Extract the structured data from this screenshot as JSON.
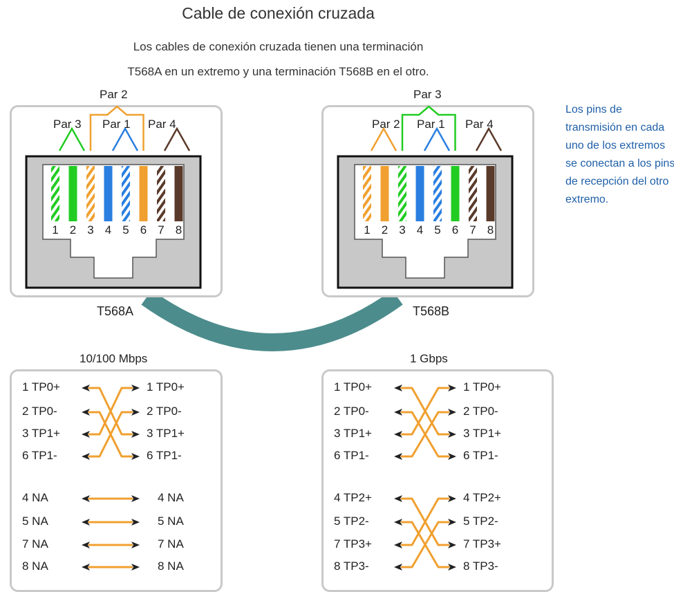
{
  "title": "Cable de conexión cruzada",
  "subtitle_line1": "Los cables de conexión cruzada tienen una terminación",
  "subtitle_line2": "T568A en un extremo y una terminación T568B en el otro.",
  "side_note": "Los pins de transmisión en cada uno de los extremos se conectan a los pins de recepción del otro extremo.",
  "colors": {
    "green": "#22cc22",
    "orange": "#f0a030",
    "blue": "#2a7fe0",
    "brown": "#5a3a2a",
    "cable": "#4d8c8c",
    "accent_text": "#1f5fa8"
  },
  "plug_left": {
    "label": "T568A",
    "top_pair": "Par 2",
    "pairs": [
      "Par 3",
      "Par 1",
      "Par 4"
    ],
    "pins": [
      "1",
      "2",
      "3",
      "4",
      "5",
      "6",
      "7",
      "8"
    ]
  },
  "plug_right": {
    "label": "T568B",
    "top_pair": "Par 3",
    "pairs": [
      "Par 2",
      "Par 1",
      "Par 4"
    ],
    "pins": [
      "1",
      "2",
      "3",
      "4",
      "5",
      "6",
      "7",
      "8"
    ]
  },
  "panel_left": {
    "speed": "10/100 Mbps",
    "group1_left": [
      "1 TP0+",
      "2 TP0-",
      "3 TP1+",
      "6 TP1-"
    ],
    "group1_right": [
      "1 TP0+",
      "2 TP0-",
      "3 TP1+",
      "6 TP1-"
    ],
    "group2_left": [
      "4 NA",
      "5 NA",
      "7 NA",
      "8 NA"
    ],
    "group2_right": [
      "4 NA",
      "5 NA",
      "7 NA",
      "8 NA"
    ]
  },
  "panel_right": {
    "speed": "1 Gbps",
    "group1_left": [
      "1 TP0+",
      "2 TP0-",
      "3 TP1+",
      "6 TP1-"
    ],
    "group1_right": [
      "1 TP0+",
      "2 TP0-",
      "3 TP1+",
      "6 TP1-"
    ],
    "group2_left": [
      "4 TP2+",
      "5 TP2-",
      "7 TP3+",
      "8 TP3-"
    ],
    "group2_right": [
      "4 TP2+",
      "5 TP2-",
      "7 TP3+",
      "8 TP3-"
    ]
  }
}
